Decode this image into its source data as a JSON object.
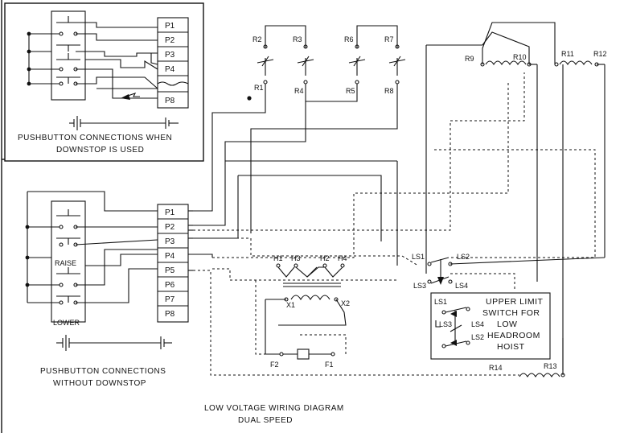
{
  "diagram": {
    "title_line1": "LOW VOLTAGE WIRING DIAGRAM",
    "title_line2": "DUAL SPEED",
    "inset_caption_line1": "PUSHBUTTON CONNECTIONS WHEN",
    "inset_caption_line2": "DOWNSTOP IS USED",
    "main_caption_line1": "PUSHBUTTON CONNECTIONS",
    "main_caption_line2": "WITHOUT DOWNSTOP",
    "inset_terminals": [
      "P1",
      "P2",
      "P3",
      "P4",
      "P8"
    ],
    "main_terminals": [
      "P1",
      "P2",
      "P3",
      "P4",
      "P5",
      "P6",
      "P7",
      "P8"
    ],
    "raise_label": "RAISE",
    "lower_label": "LOWER",
    "relay_contacts": {
      "r2": "R2",
      "r1": "R1",
      "r3": "R3",
      "r4": "R4",
      "r6": "R6",
      "r5": "R5",
      "r7": "R7",
      "r8": "R8"
    },
    "coils": {
      "r9": "R9",
      "r10": "R10",
      "r11": "R11",
      "r12": "R12",
      "r13": "R13",
      "r14": "R14"
    },
    "transformer": {
      "h1": "H1",
      "h3": "H3",
      "h2": "H2",
      "h4": "H4",
      "x1": "X1",
      "x2": "X2"
    },
    "fuses": {
      "f1": "F1",
      "f2": "F2"
    },
    "limit_switches": {
      "ls1": "LS1",
      "ls2": "LS2",
      "ls3": "LS3",
      "ls4": "LS4"
    },
    "upper_limit_line1": "UPPER LIMIT",
    "upper_limit_line2": "SWITCH FOR",
    "upper_limit_line3": "LOW",
    "upper_limit_line4": "HEADROOM",
    "upper_limit_line5": "HOIST",
    "ul_ls1": "LS1",
    "ul_ls3": "LS3",
    "ul_ls4": "LS4",
    "ul_ls2": "LS2"
  }
}
